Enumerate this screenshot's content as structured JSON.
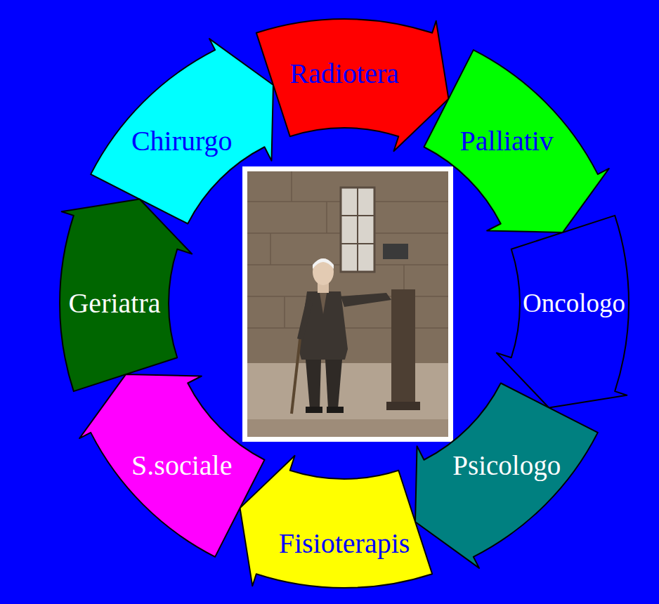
{
  "diagram": {
    "nodes": [
      {
        "text": [
          "Chirurgo"
        ]
      },
      {
        "text": [
          "Radiotera"
        ]
      },
      {
        "text": [
          "Palliativ"
        ]
      },
      {
        "text": [
          "Oncologo"
        ]
      },
      {
        "text": [
          "Psicologo"
        ]
      },
      {
        "text": [
          "Fisioterapis"
        ]
      },
      {
        "text": [
          "S.sociale"
        ]
      },
      {
        "text": [
          "Geriatra"
        ]
      }
    ]
  }
}
